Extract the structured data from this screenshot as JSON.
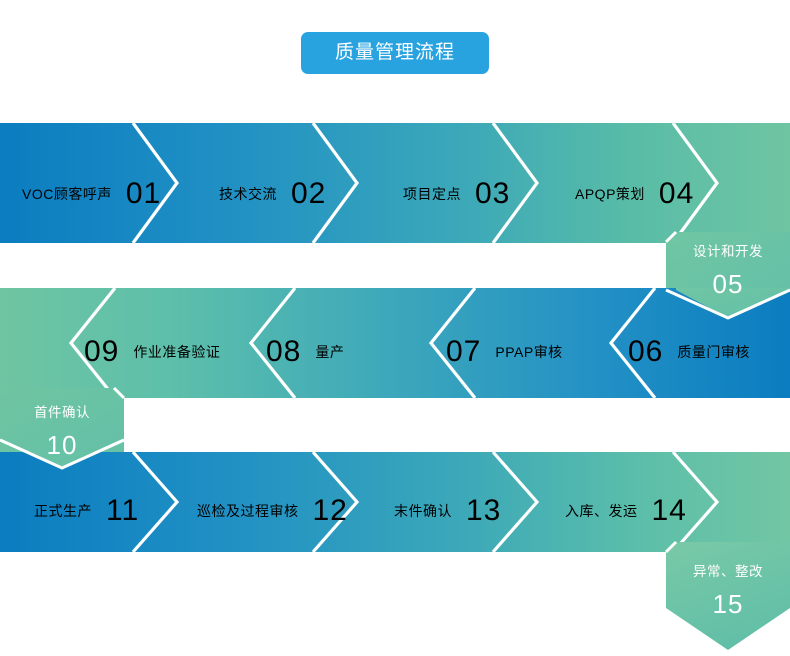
{
  "title": {
    "text": "质量管理流程",
    "color": "#29a3e0"
  },
  "palette": {
    "blue": "#0b7dc0",
    "blue_mid": "#2191c4",
    "teal": "#3ba8b9",
    "green_mid": "#59bca7",
    "green": "#6fc5a2",
    "green_light": "#7cc9a6",
    "separator": "#ffffff",
    "background": "#ffffff"
  },
  "diagram": {
    "type": "process-flow-chevron",
    "direction_note": "serpentine: row1 left-to-right, row2 right-to-left, row3 left-to-right",
    "step_count": 15,
    "rows": [
      {
        "id": "row-1",
        "direction": "ltr",
        "steps": [
          {
            "num": "01",
            "label": "VOC顾客呼声"
          },
          {
            "num": "02",
            "label": "技术交流"
          },
          {
            "num": "03",
            "label": "项目定点"
          },
          {
            "num": "04",
            "label": "APQP策划"
          }
        ]
      },
      {
        "id": "row-2",
        "direction": "rtl",
        "steps": [
          {
            "num": "06",
            "label": "质量门审核"
          },
          {
            "num": "07",
            "label": "PPAP审核"
          },
          {
            "num": "08",
            "label": "量产"
          },
          {
            "num": "09",
            "label": "作业准备验证"
          }
        ]
      },
      {
        "id": "row-3",
        "direction": "ltr",
        "steps": [
          {
            "num": "11",
            "label": "正式生产"
          },
          {
            "num": "12",
            "label": "巡检及过程审核"
          },
          {
            "num": "13",
            "label": "末件确认"
          },
          {
            "num": "14",
            "label": "入库、发运"
          }
        ]
      }
    ],
    "connectors": [
      {
        "id": "connector-05",
        "num": "05",
        "label": "设计和开发",
        "position": "right",
        "from_row": "row-1",
        "to_row": "row-2"
      },
      {
        "id": "connector-10",
        "num": "10",
        "label": "首件确认",
        "position": "left",
        "from_row": "row-2",
        "to_row": "row-3"
      },
      {
        "id": "connector-15",
        "num": "15",
        "label": "异常、整改",
        "position": "right",
        "from_row": "row-3",
        "to_row": "end"
      }
    ]
  }
}
